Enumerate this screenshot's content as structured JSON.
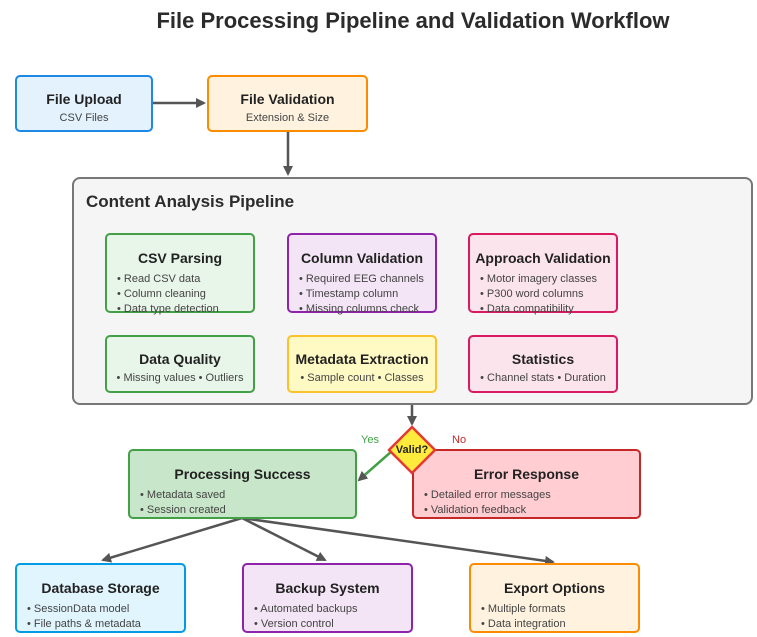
{
  "title": "File Processing Pipeline and Validation Workflow",
  "nodes": {
    "file_upload": {
      "title": "File Upload",
      "subtitle": "CSV Files"
    },
    "file_validation": {
      "title": "File Validation",
      "subtitle": "Extension & Size"
    },
    "pipeline": {
      "title": "Content Analysis Pipeline",
      "csv_parsing": {
        "title": "CSV Parsing",
        "items": [
          "• Read CSV data",
          "• Column cleaning",
          "• Data type detection"
        ]
      },
      "column_validation": {
        "title": "Column Validation",
        "items": [
          "• Required EEG channels",
          "• Timestamp column",
          "• Missing columns check"
        ]
      },
      "approach_validation": {
        "title": "Approach Validation",
        "items": [
          "• Motor imagery classes",
          "• P300 word columns",
          "• Data compatibility"
        ]
      },
      "data_quality": {
        "title": "Data Quality",
        "subtitle": "• Missing values • Outliers"
      },
      "metadata_extraction": {
        "title": "Metadata Extraction",
        "subtitle": "• Sample count • Classes"
      },
      "statistics": {
        "title": "Statistics",
        "subtitle": "• Channel stats • Duration"
      }
    },
    "decision": {
      "label": "Valid?",
      "yes": "Yes",
      "no": "No"
    },
    "processing_success": {
      "title": "Processing Success",
      "items": [
        "• Metadata saved",
        "• Session created"
      ]
    },
    "error_response": {
      "title": "Error Response",
      "items": [
        "• Detailed error messages",
        "• Validation feedback"
      ]
    },
    "database_storage": {
      "title": "Database Storage",
      "items": [
        "• SessionData model",
        "• File paths & metadata"
      ]
    },
    "backup_system": {
      "title": "Backup System",
      "items": [
        "• Automated backups",
        "• Version control"
      ]
    },
    "export_options": {
      "title": "Export Options",
      "items": [
        "• Multiple formats",
        "• Data integration"
      ]
    }
  },
  "colors": {
    "blue": {
      "fill": "#e3f2fd",
      "stroke": "#1e88e5"
    },
    "orange": {
      "fill": "#fff3e0",
      "stroke": "#fb8c00"
    },
    "green": {
      "fill": "#e8f5e9",
      "stroke": "#43a047"
    },
    "purple": {
      "fill": "#f3e5f5",
      "stroke": "#8e24aa"
    },
    "pink": {
      "fill": "#fce4ec",
      "stroke": "#d81b60"
    },
    "yellow": {
      "fill": "#fff9c4",
      "stroke": "#fbc02d"
    },
    "success": {
      "fill": "#c8e6c9",
      "stroke": "#43a047"
    },
    "error": {
      "fill": "#ffcdd2",
      "stroke": "#c62828"
    },
    "cyan": {
      "fill": "#e1f5fe",
      "stroke": "#039be5"
    },
    "decision": {
      "fill": "#ffeb3b",
      "stroke": "#e53935"
    },
    "yes_label": "#43a047",
    "no_label": "#c62828"
  }
}
